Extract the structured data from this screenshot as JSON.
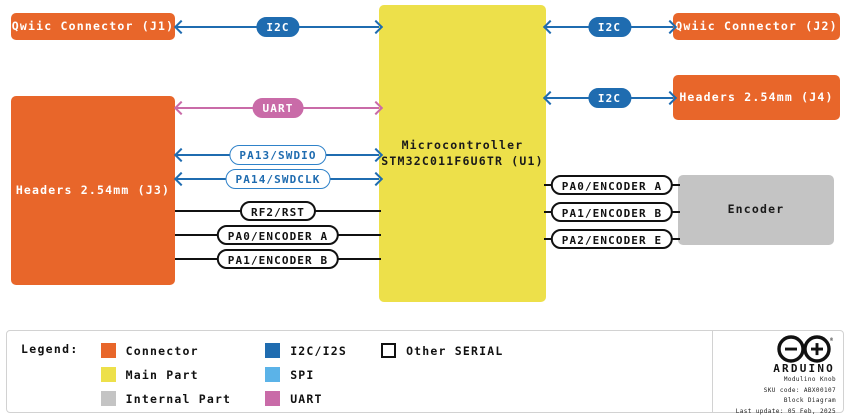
{
  "blocks": {
    "j1": {
      "label": "Qwiic Connector (J1)",
      "kind": "connector"
    },
    "j3": {
      "label": "Headers 2.54mm (J3)",
      "kind": "connector"
    },
    "u1": {
      "label": "Microcontroller\nSTM32C011F6U6TR (U1)",
      "line1": "Microcontroller",
      "line2": "STM32C011F6U6TR (U1)",
      "kind": "main"
    },
    "j2": {
      "label": "Qwiic Connector (J2)",
      "kind": "connector"
    },
    "j4": {
      "label": "Headers 2.54mm (J4)",
      "kind": "connector"
    },
    "encoder": {
      "label": "Encoder",
      "kind": "internal"
    }
  },
  "connections": {
    "j1_i2c": {
      "label": "I2C",
      "bus": "i2c",
      "arrows": "both"
    },
    "j3_uart": {
      "label": "UART",
      "bus": "uart",
      "arrows": "both"
    },
    "j3_swdio": {
      "label": "PA13/SWDIO",
      "bus": "other-serial-blue",
      "arrows": "both"
    },
    "j3_swdclk": {
      "label": "PA14/SWDCLK",
      "bus": "other-serial-blue",
      "arrows": "both"
    },
    "j3_rst": {
      "label": "RF2/RST",
      "bus": "other-serial",
      "arrows": "none"
    },
    "j3_enca": {
      "label": "PA0/ENCODER A",
      "bus": "other-serial",
      "arrows": "none"
    },
    "j3_encb": {
      "label": "PA1/ENCODER B",
      "bus": "other-serial",
      "arrows": "none"
    },
    "j2_i2c": {
      "label": "I2C",
      "bus": "i2c",
      "arrows": "both"
    },
    "j4_i2c": {
      "label": "I2C",
      "bus": "i2c",
      "arrows": "both"
    },
    "enc_a": {
      "label": "PA0/ENCODER A",
      "bus": "other-serial",
      "arrows": "none"
    },
    "enc_b": {
      "label": "PA1/ENCODER B",
      "bus": "other-serial",
      "arrows": "none"
    },
    "enc_e": {
      "label": "PA2/ENCODER E",
      "bus": "other-serial",
      "arrows": "none"
    }
  },
  "legend": {
    "title": "Legend:",
    "items": [
      {
        "label": "Connector",
        "color": "#E8662A",
        "style": "fill"
      },
      {
        "label": "Main Part",
        "color": "#EDE04A",
        "style": "fill"
      },
      {
        "label": "Internal Part",
        "color": "#C4C4C4",
        "style": "fill"
      },
      {
        "label": "I2C/I2S",
        "color": "#1F6CB0",
        "style": "fill"
      },
      {
        "label": "SPI",
        "color": "#5BB3E8",
        "style": "fill"
      },
      {
        "label": "UART",
        "color": "#C96BA8",
        "style": "fill"
      },
      {
        "label": "Other SERIAL",
        "color": "#111111",
        "style": "outline"
      }
    ]
  },
  "title_block": {
    "brand": "ARDUINO",
    "product": "Modulino Knob",
    "sku": "SKU code: ABX00107",
    "doc_type": "Block Diagram",
    "last_update": "Last update: 05 Feb, 2025"
  },
  "colors": {
    "connector": "#E8662A",
    "main_part": "#EDE04A",
    "internal_part": "#C4C4C4",
    "i2c": "#1F6CB0",
    "spi": "#5BB3E8",
    "uart": "#C96BA8",
    "other_serial": "#111111"
  }
}
